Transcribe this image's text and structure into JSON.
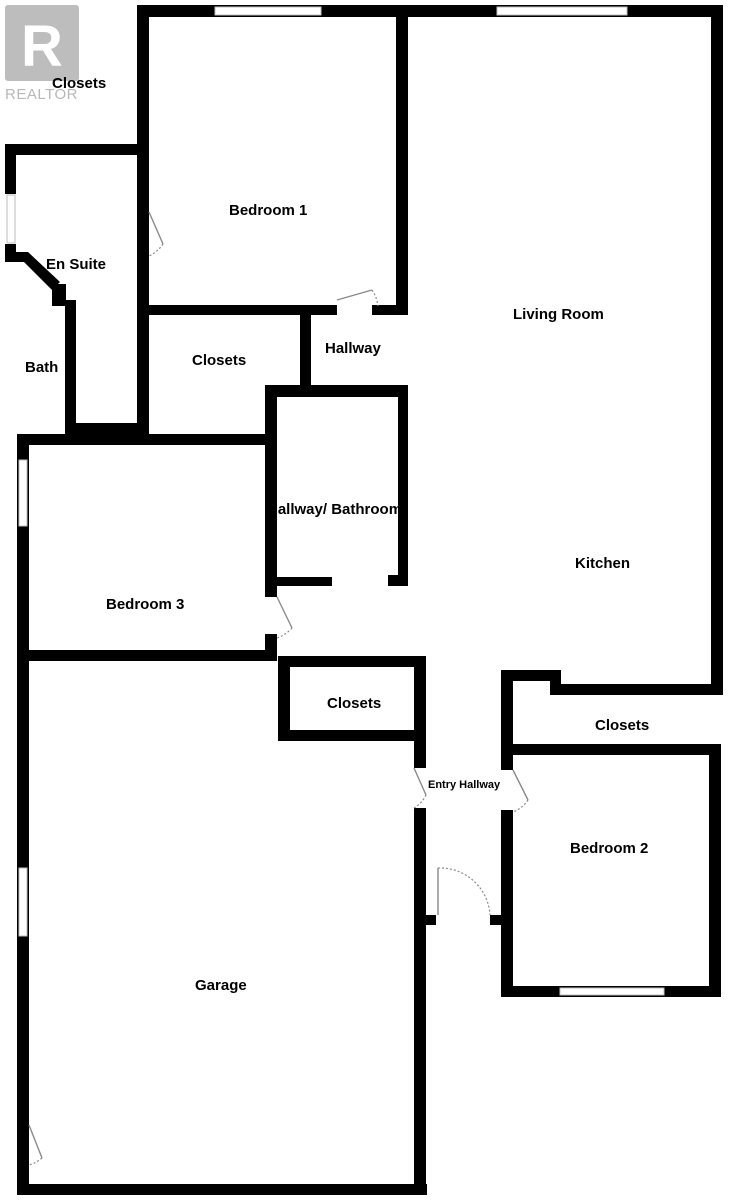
{
  "logo": {
    "mark": "R",
    "text": "REALTOR"
  },
  "rooms": {
    "closets_top_left": "Closets",
    "bedroom_1": "Bedroom 1",
    "en_suite": "En Suite",
    "bath": "Bath",
    "closets_middle": "Closets",
    "hallway": "Hallway",
    "living_room": "Living Room",
    "hallway_bathroom": "Hallway/ Bathroom",
    "kitchen": "Kitchen",
    "bedroom_3": "Bedroom 3",
    "closets_entry": "Closets",
    "closets_right": "Closets",
    "entry_hallway": "Entry Hallway",
    "bedroom_2": "Bedroom 2",
    "garage": "Garage"
  },
  "colors": {
    "wall": "#000000",
    "background": "#ffffff",
    "logo": "#bdbdbd"
  }
}
